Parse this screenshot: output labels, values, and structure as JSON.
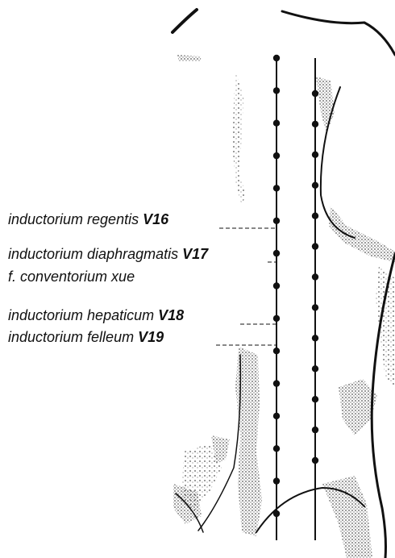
{
  "labels": {
    "v16": {
      "name": "inductorium regentis",
      "code": "V16"
    },
    "v17": {
      "name": "inductorium diaphragmatis",
      "code": "V17",
      "alt": "f. conventorium xue"
    },
    "v18": {
      "name": "inductorium hepaticum",
      "code": "V18"
    },
    "v19": {
      "name": "inductorium felleum",
      "code": "V19"
    }
  },
  "colors": {
    "ink": "#111111",
    "stipple": "#6a6a6a",
    "background": "#ffffff"
  },
  "meridians": {
    "inner_point_count": 15,
    "outer_point_count": 13
  }
}
